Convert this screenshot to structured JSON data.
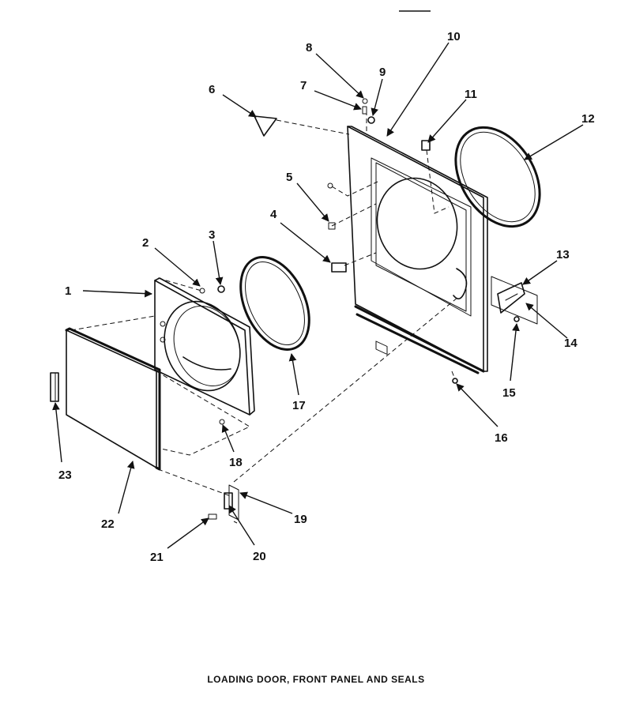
{
  "caption": "LOADING DOOR, FRONT PANEL AND SEALS",
  "callouts": [
    "1",
    "2",
    "3",
    "4",
    "5",
    "6",
    "7",
    "8",
    "9",
    "10",
    "11",
    "12",
    "13",
    "14",
    "15",
    "16",
    "17",
    "18",
    "19",
    "20",
    "21",
    "22",
    "23"
  ]
}
